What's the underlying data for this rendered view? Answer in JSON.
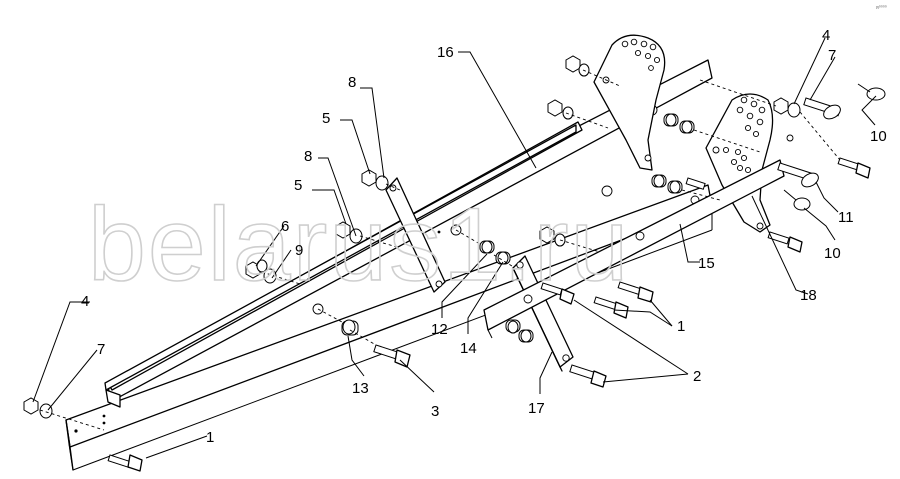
{
  "watermark": "belarus1.ru",
  "corner_code": "я⁰⁰⁰⁰",
  "callouts": {
    "c1a": "1",
    "c1b": "1",
    "c2": "2",
    "c3": "3",
    "c4a": "4",
    "c4b": "4",
    "c5a": "5",
    "c5b": "5",
    "c6": "6",
    "c7a": "7",
    "c7b": "7",
    "c8a": "8",
    "c8b": "8",
    "c9": "9",
    "c10a": "10",
    "c10b": "10",
    "c11": "11",
    "c12": "12",
    "c13": "13",
    "c14": "14",
    "c15": "15",
    "c16": "16",
    "c17": "17",
    "c18": "18"
  },
  "parts": [
    "bolt",
    "bolt",
    "bolt",
    "nut",
    "nut",
    "washer",
    "washer",
    "washer",
    "washer",
    "pin",
    "pin",
    "bushing",
    "bushing",
    "bushing",
    "bar",
    "bar",
    "bracket",
    "plate"
  ]
}
